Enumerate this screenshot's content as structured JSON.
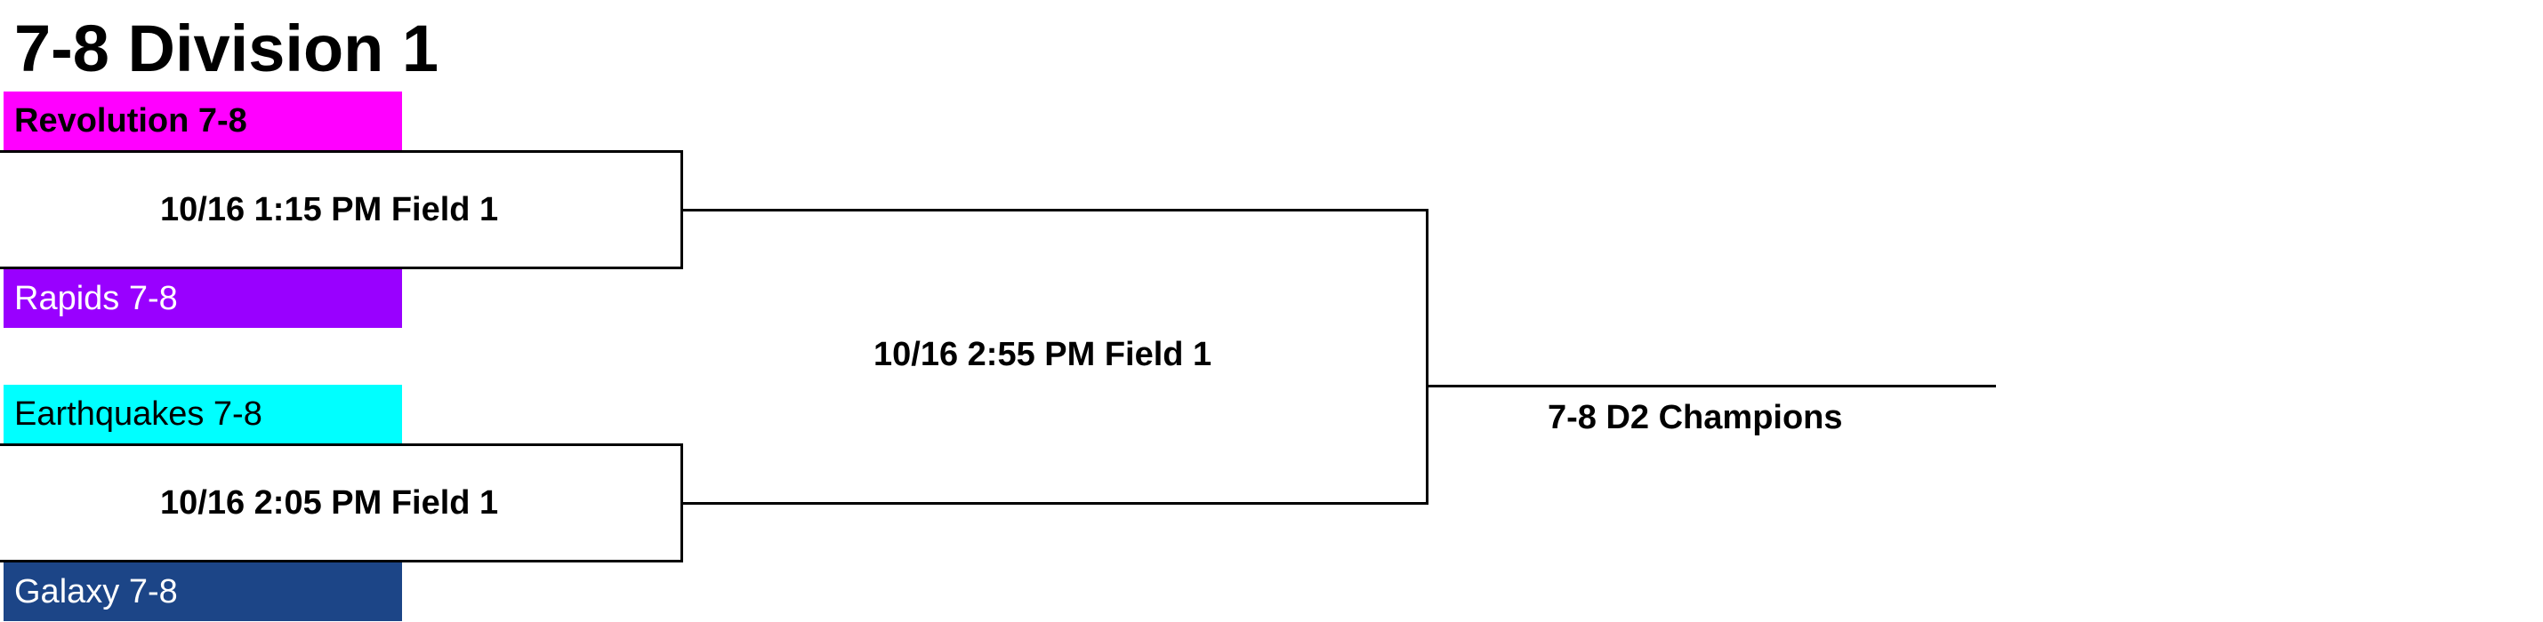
{
  "bracket": {
    "title": "7-8 Division 1",
    "teams": [
      {
        "name": "Revolution 7-8",
        "bg": "#ff00ff",
        "fg": "#000000",
        "bold": true
      },
      {
        "name": "Rapids 7-8",
        "bg": "#9900ff",
        "fg": "#ffffff",
        "bold": false
      },
      {
        "name": "Earthquakes 7-8",
        "bg": "#00ffff",
        "fg": "#000000",
        "bold": false
      },
      {
        "name": "Galaxy 7-8",
        "bg": "#1c4587",
        "fg": "#ffffff",
        "bold": false
      }
    ],
    "games": {
      "semi1": "10/16 1:15 PM Field 1",
      "semi2": "10/16 2:05 PM Field 1",
      "final": "10/16 2:55 PM Field 1"
    },
    "champion_label": "7-8 D2 Champions"
  }
}
